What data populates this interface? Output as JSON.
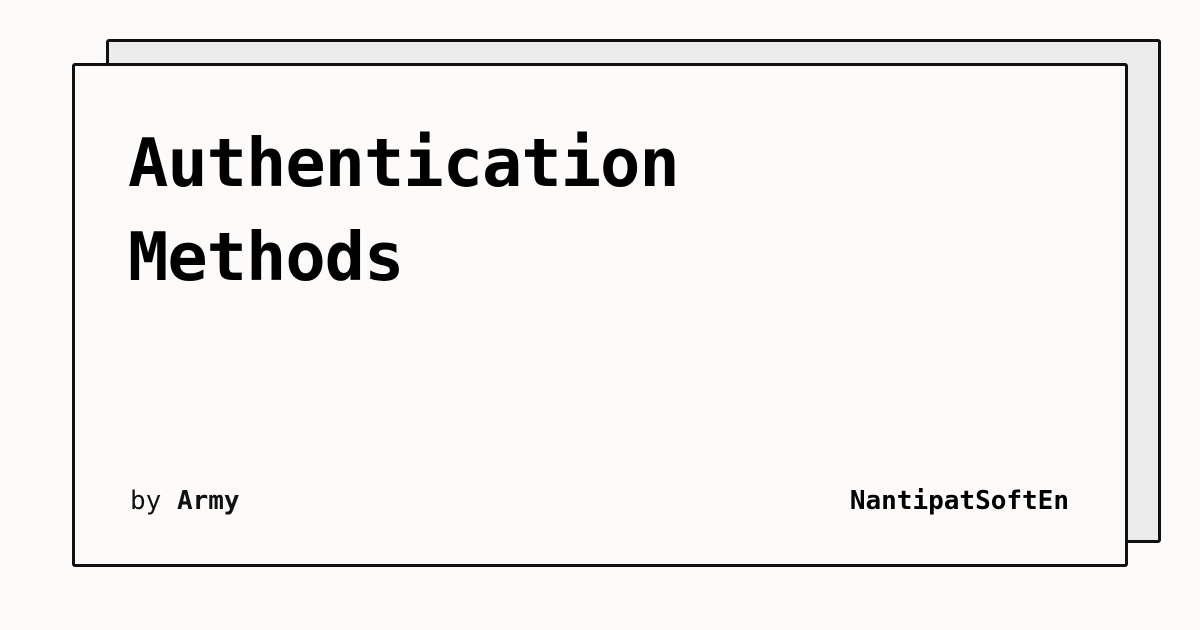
{
  "card": {
    "title_line_1": "Authentication",
    "title_line_2": "Methods",
    "byline_prefix": "by",
    "author": "Army",
    "brand": "NantipatSoftEn"
  },
  "colors": {
    "background": "#fcfbf9",
    "back_card": "#ececec",
    "border": "#111111",
    "text": "#000000"
  }
}
